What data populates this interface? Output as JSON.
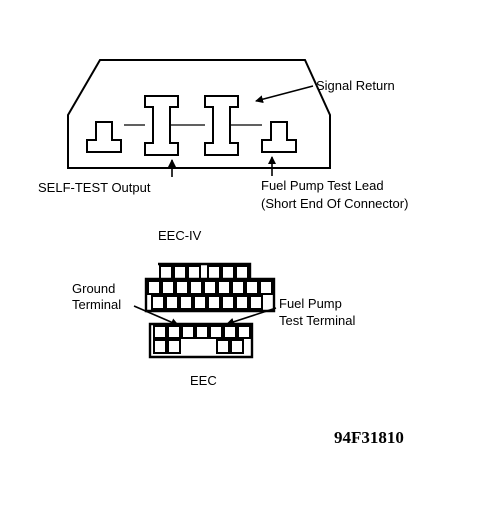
{
  "diagram": {
    "top_connector": {
      "caption": "EEC-IV",
      "signal_return": "Signal Return",
      "self_test_output": "SELF-TEST Output",
      "fuel_pump_lead_line1": "Fuel Pump Test Lead",
      "fuel_pump_lead_line2": "(Short End Of Connector)"
    },
    "bottom_connector": {
      "caption": "EEC",
      "ground_line1": "Ground",
      "ground_line2": "Terminal",
      "fuel_pump_terminal_line1": "Fuel Pump",
      "fuel_pump_terminal_line2": "Test Terminal"
    },
    "figure_code": "94F31810"
  }
}
